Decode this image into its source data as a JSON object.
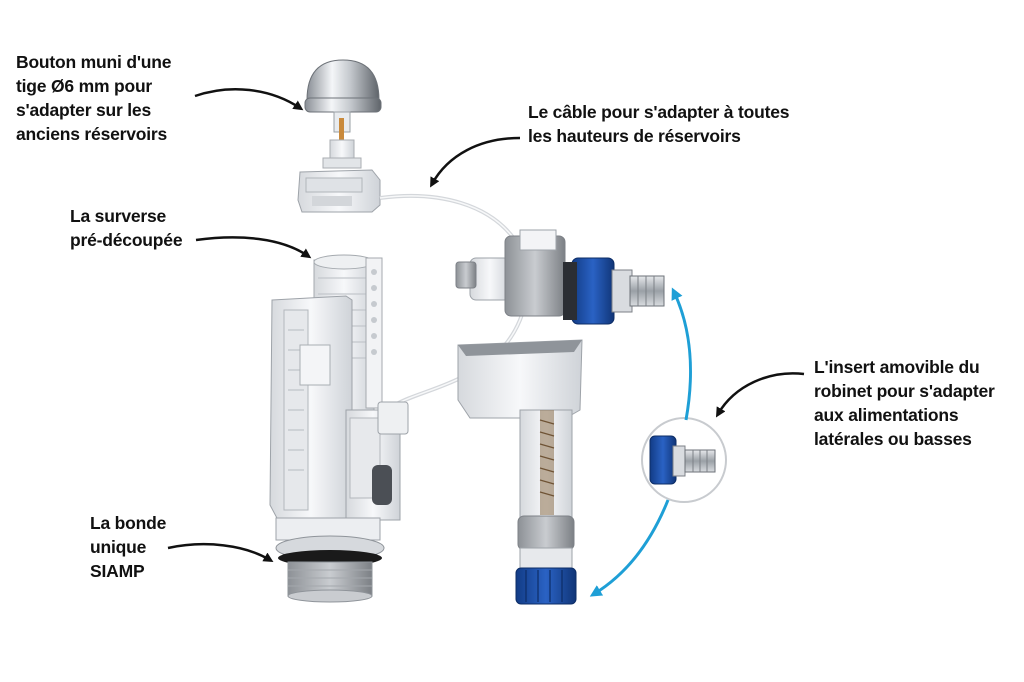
{
  "labels": {
    "button": [
      "Bouton muni d'une",
      "tige Ø6 mm pour",
      "s'adapter sur les",
      "anciens réservoirs"
    ],
    "cable": [
      "Le câble pour s'adapter à toutes",
      "les hauteurs de réservoirs"
    ],
    "overflow": [
      "La surverse",
      "pré-découpée"
    ],
    "insert": [
      "L'insert amovible du",
      "robinet pour s'adapter",
      "aux alimentations",
      "latérales ou basses"
    ],
    "bonde": [
      "La bonde",
      "unique",
      "SIAMP"
    ]
  },
  "colors": {
    "text": "#111111",
    "arrow": "#111111",
    "accent_blue": "#1e9fd6",
    "blue_part": "#1b4fa8",
    "white_plastic": "#f2f3f5",
    "grey_plastic": "#b9bcc1"
  }
}
